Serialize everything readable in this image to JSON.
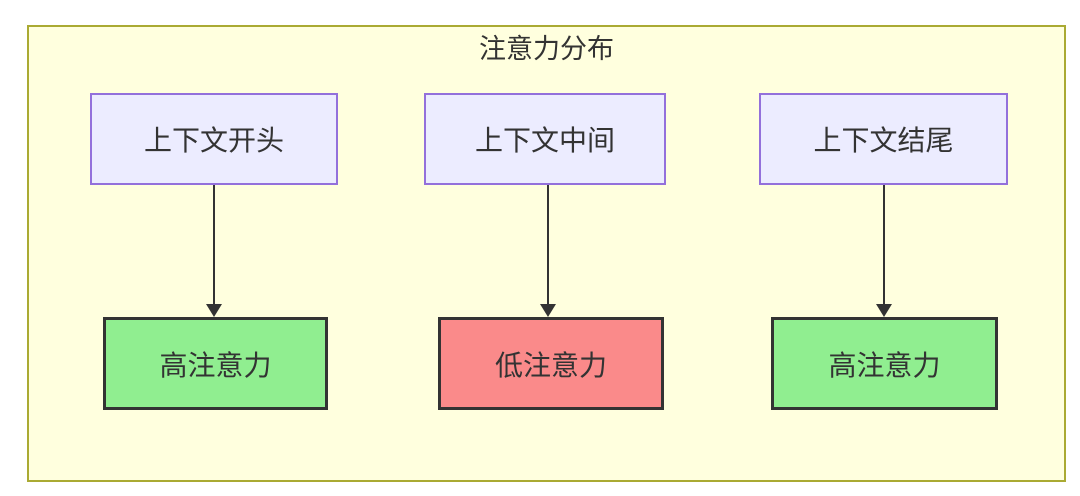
{
  "diagram": {
    "title": "注意力分布",
    "columns": [
      {
        "source": "上下文开头",
        "result": "高注意力",
        "result_type": "high"
      },
      {
        "source": "上下文中间",
        "result": "低注意力",
        "result_type": "low"
      },
      {
        "source": "上下文结尾",
        "result": "高注意力",
        "result_type": "high"
      }
    ],
    "colors": {
      "container_fill": "#FFFFDE",
      "container_border": "#AAAA33",
      "source_fill": "#ECECFF",
      "source_border": "#9370DB",
      "high_fill": "#90EE90",
      "low_fill": "#FA8A8A",
      "result_border": "#333333",
      "arrow": "#333333",
      "text": "#333333"
    }
  }
}
